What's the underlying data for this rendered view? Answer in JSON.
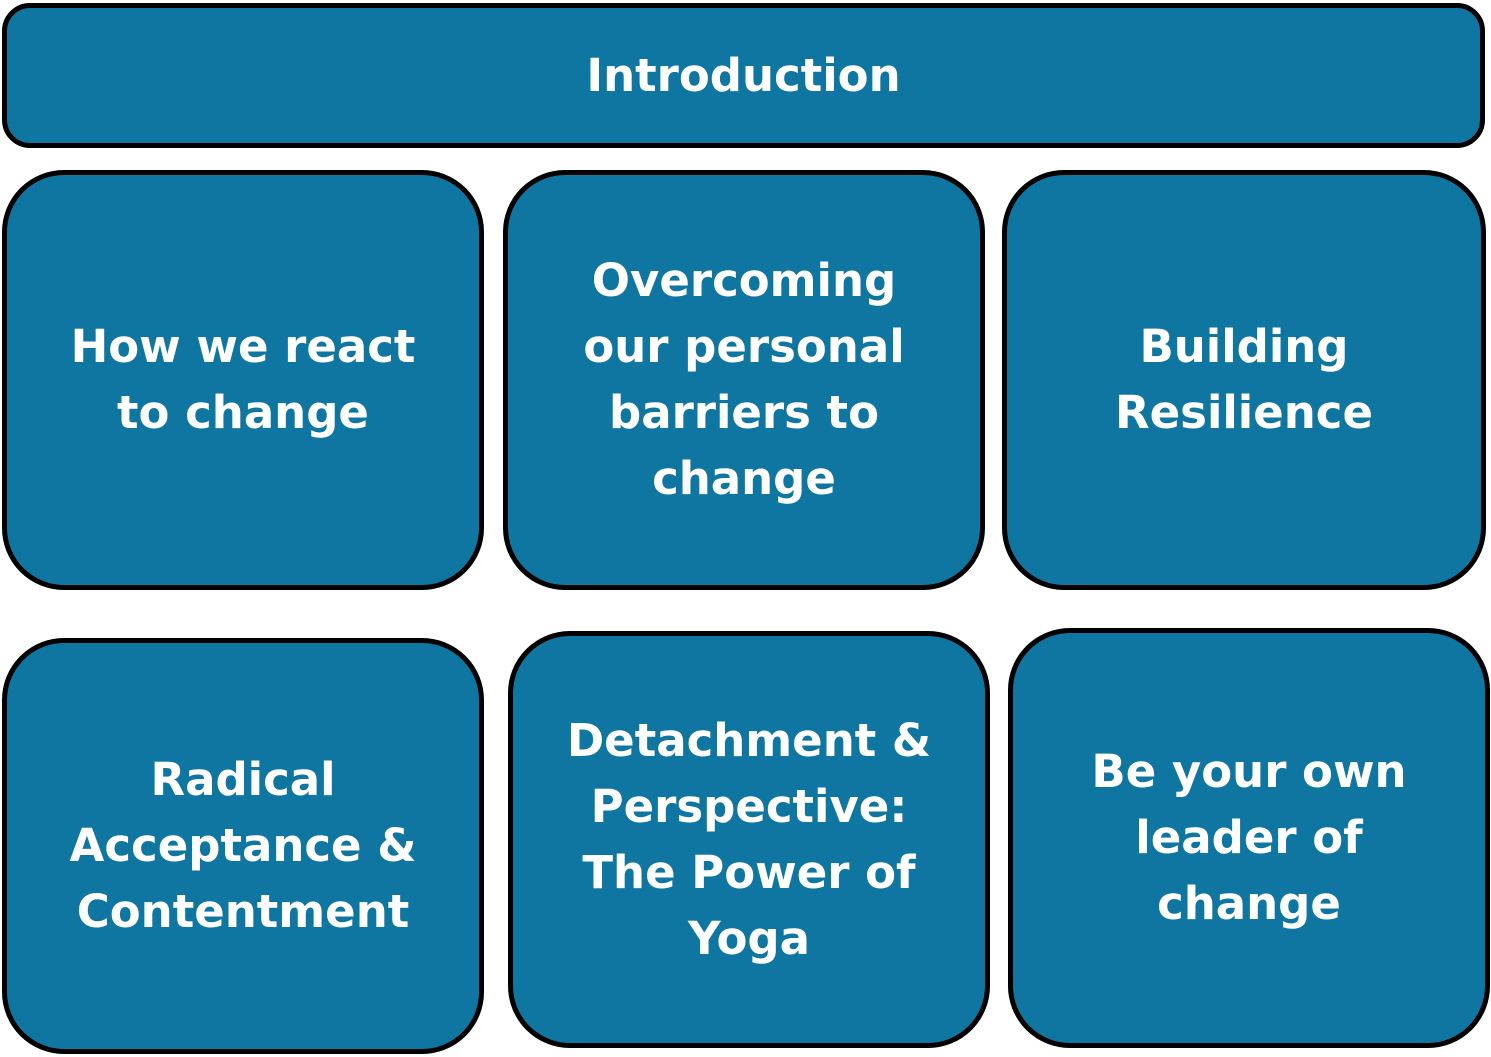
{
  "header": {
    "label": "Introduction"
  },
  "tiles": [
    {
      "lines": [
        "How we react",
        "to change"
      ]
    },
    {
      "lines": [
        "Overcoming",
        "our personal",
        "barriers to",
        "change"
      ]
    },
    {
      "lines": [
        "Building",
        "Resilience"
      ]
    },
    {
      "lines": [
        "Radical",
        "Acceptance &",
        "Contentment"
      ]
    },
    {
      "lines": [
        "Detachment &",
        "Perspective:",
        "The Power of",
        "Yoga"
      ]
    },
    {
      "lines": [
        "Be your own",
        "leader of",
        "change"
      ]
    }
  ],
  "colors": {
    "box_fill": "#0f76a1",
    "box_border": "#000000",
    "text": "#ffffff"
  }
}
